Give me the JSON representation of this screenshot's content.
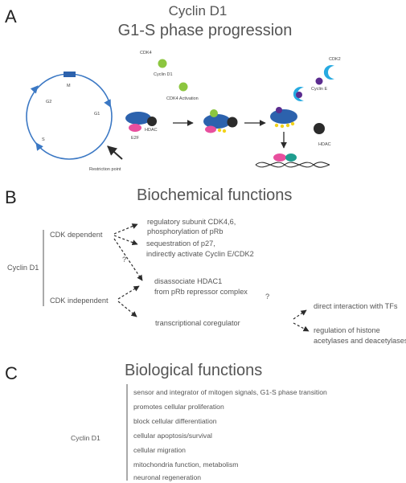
{
  "colors": {
    "cycle_blue": "#3b78c4",
    "protein_blue": "#2c62ad",
    "green": "#8cc63f",
    "pink": "#e84f9e",
    "dark": "#2b2b2b",
    "purple": "#5b2c8f",
    "cyan": "#27aae1",
    "teal": "#1f9d8f",
    "yellow": "#f2d21b",
    "text": "#555555"
  },
  "panel_a": {
    "letter": "A",
    "title_line1": "Cyclin D1",
    "title_line2": "G1-S phase progression",
    "cycle_labels": {
      "m": "M",
      "g1": "G1",
      "g2": "G2",
      "s": "S",
      "restriction": "Restriction point"
    },
    "labels": {
      "cdk4": "CDK4",
      "cyclin_d1": "Cyclin D1",
      "cdk4_activation": "CDK4 Activation",
      "hdac_complex": "HDAC",
      "e2f": "E2F",
      "cdk2": "CDK2",
      "cyclin_e": "Cyclin E",
      "hdac_free": "HDAC"
    }
  },
  "panel_b": {
    "letter": "B",
    "title": "Biochemical functions",
    "root": "Cyclin D1",
    "cdk_dependent": "CDK dependent",
    "cdk_independent": "CDK independent",
    "regulatory_1": "regulatory subunit  CDK4,6,",
    "regulatory_2": "phosphorylation of pRb",
    "sequestration_1": "sequestration of p27,",
    "sequestration_2": "indirectly activate Cyclin E/CDK2",
    "question_1": "?",
    "disassociate_1": "disassociate HDAC1",
    "disassociate_2": "from pRb repressor complex",
    "question_2": "?",
    "coregulator": "transcriptional coregulator",
    "direct_interaction": "direct interaction with TFs",
    "histone_1": "regulation of histone",
    "histone_2": "acetylases and deacetylases"
  },
  "panel_c": {
    "letter": "C",
    "title": "Biological functions",
    "root": "Cyclin D1",
    "items": [
      "sensor and integrator of mitogen signals, G1-S phase transition",
      "promotes cellular proliferation",
      "block cellular differentiation",
      "cellular apoptosis/survival",
      "cellular migration",
      "mitochondria function, metabolism",
      "neuronal regeneration"
    ]
  }
}
